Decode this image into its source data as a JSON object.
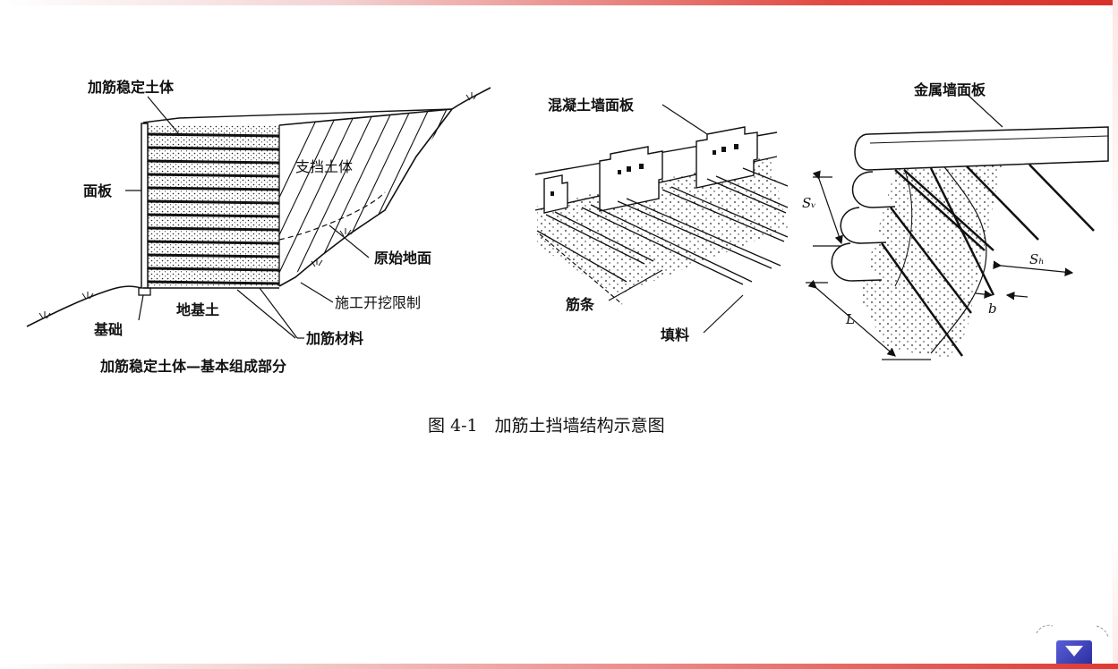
{
  "figure": {
    "caption": "图 4-1　加筋土挡墙结构示意图",
    "left_panel": {
      "label_reinforced_body": "加筋稳定土体",
      "label_facing": "面板",
      "label_retained_soil": "支挡土体",
      "label_original_ground": "原始地面",
      "label_excavation_limit": "施工开挖限制",
      "label_foundation": "基础",
      "label_subsoil": "地基土",
      "label_reinforcement": "加筋材料",
      "subtitle": "加筋稳定土体—基本组成部分"
    },
    "middle_panel": {
      "label_concrete_panel": "混凝土墙面板",
      "label_strips": "筋条",
      "label_fill": "填料"
    },
    "right_panel": {
      "label_metal_panel": "金属墙面板",
      "sym_sv": "Sᵥ",
      "sym_sh": "Sₕ",
      "sym_l": "L",
      "sym_b": "b"
    }
  },
  "colors": {
    "accent_red": "#d8322a",
    "nav_blue": "#3a3fc0"
  },
  "icons": [
    "nav-down-icon"
  ]
}
